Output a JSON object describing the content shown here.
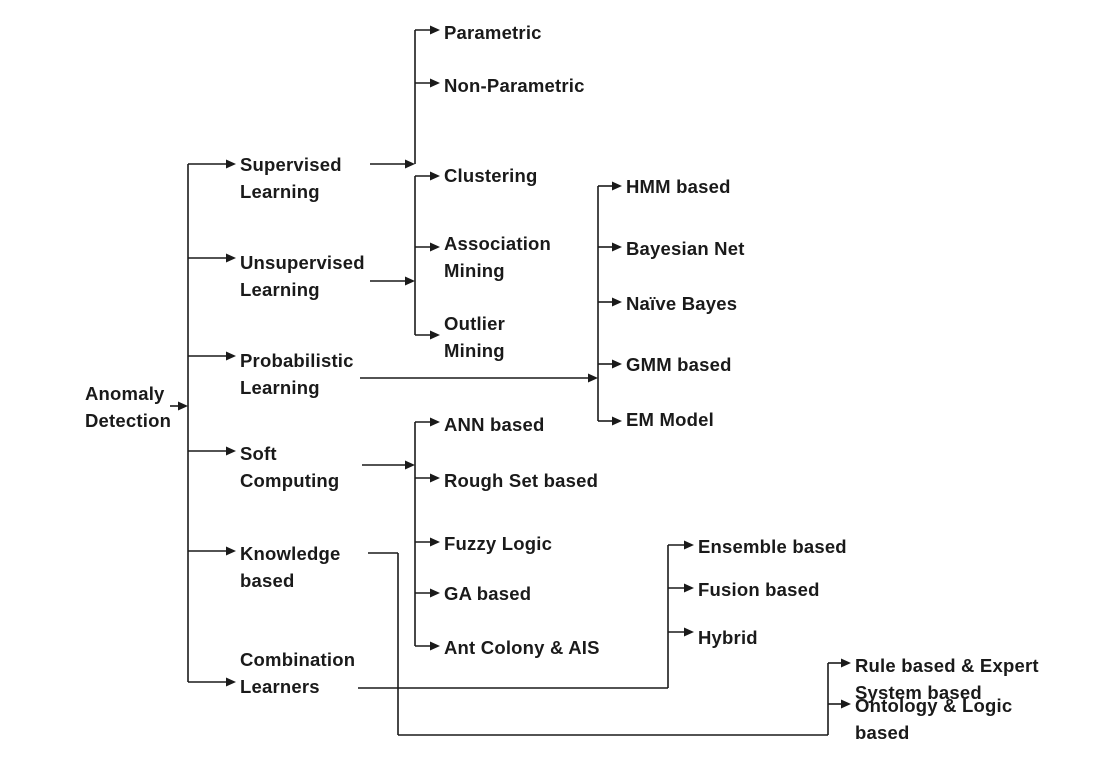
{
  "diagram": {
    "root": "Anomaly\nDetection",
    "categories": {
      "supervised": "Supervised\nLearning",
      "unsupervised": "Unsupervised\nLearning",
      "probabilistic": "Probabilistic\nLearning",
      "soft_computing": "Soft\nComputing",
      "knowledge": "Knowledge\nbased",
      "combination": "Combination\nLearners"
    },
    "supervised_methods": {
      "parametric": "Parametric",
      "non_parametric": "Non-Parametric"
    },
    "unsupervised_methods": {
      "clustering": "Clustering",
      "association": "Association\nMining",
      "outlier": "Outlier\nMining"
    },
    "probabilistic_methods": {
      "hmm": "HMM based",
      "bayesian_net": "Bayesian Net",
      "naive_bayes": "Naïve Bayes",
      "gmm": "GMM based",
      "em": "EM Model"
    },
    "soft_computing_methods": {
      "ann": "ANN based",
      "rough_set": "Rough Set based",
      "fuzzy": "Fuzzy Logic",
      "ga": "GA based",
      "ant_colony": "Ant Colony & AIS"
    },
    "combination_methods": {
      "ensemble": "Ensemble based",
      "fusion": "Fusion based",
      "hybrid": "Hybrid"
    },
    "knowledge_methods": {
      "rule_based": "Rule based & Expert\nSystem based",
      "ontology": "Ontology & Logic\nbased"
    }
  }
}
